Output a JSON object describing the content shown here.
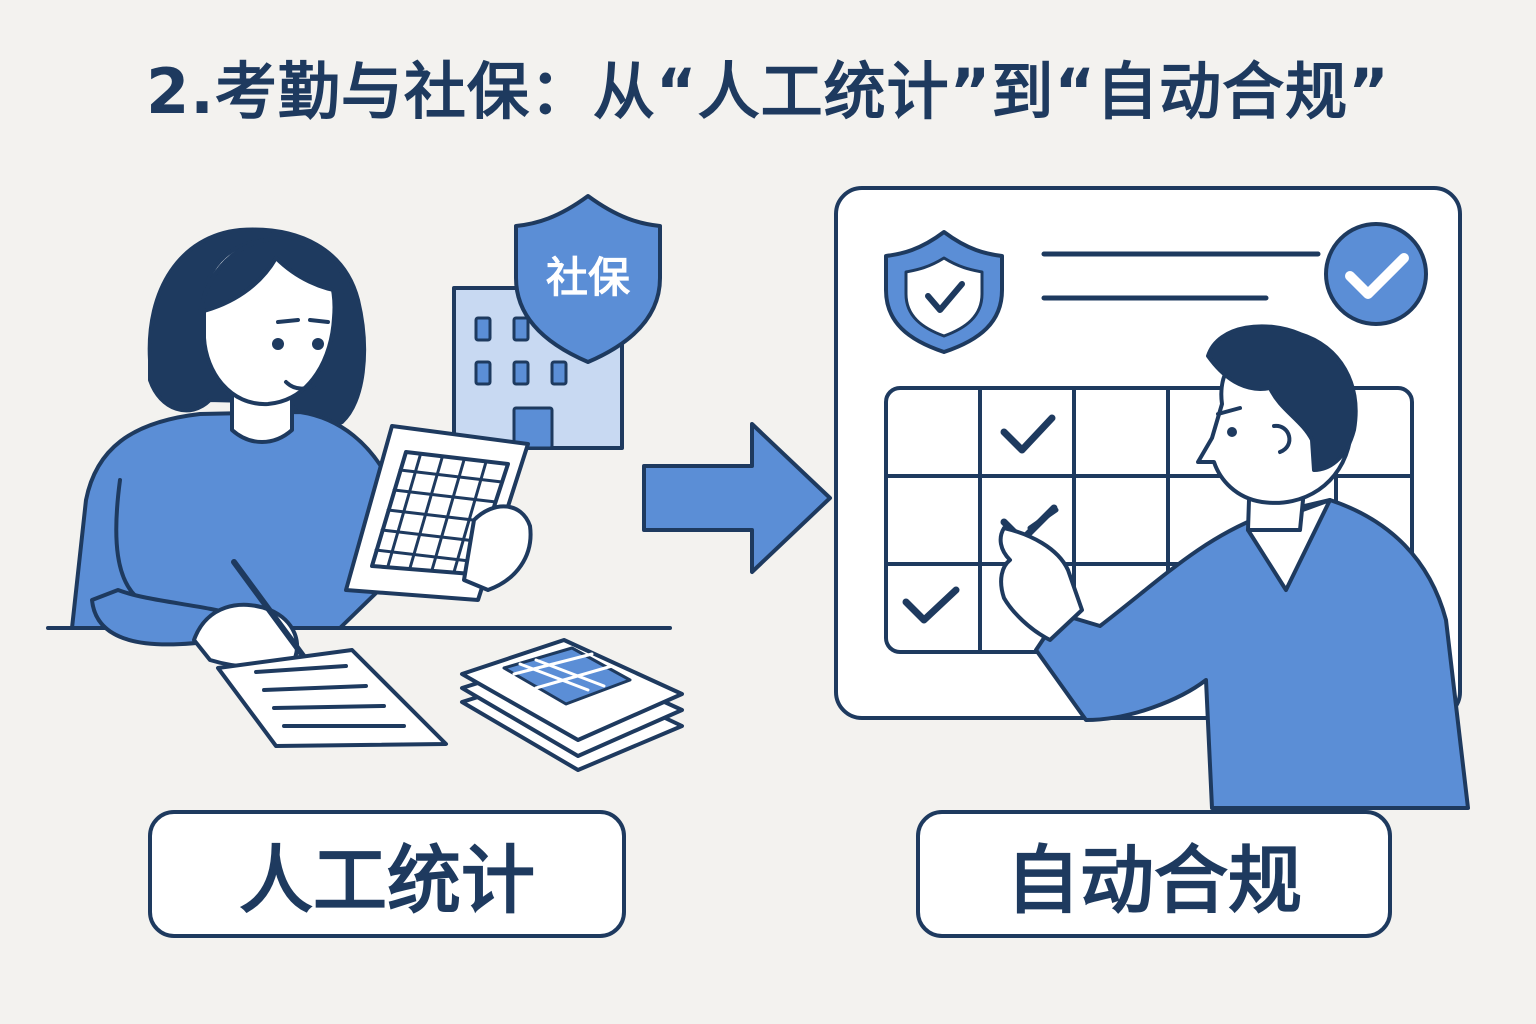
{
  "title": "2.考勤与社保：从“人工统计”到“自动合规”",
  "badge_text": "社保",
  "left_label": "人工统计",
  "right_label": "自动合规",
  "colors": {
    "navy": "#1e3a5f",
    "blue": "#5b8ed6",
    "light_blue": "#c8d9f2",
    "background": "#f3f2ef",
    "white": "#ffffff"
  }
}
